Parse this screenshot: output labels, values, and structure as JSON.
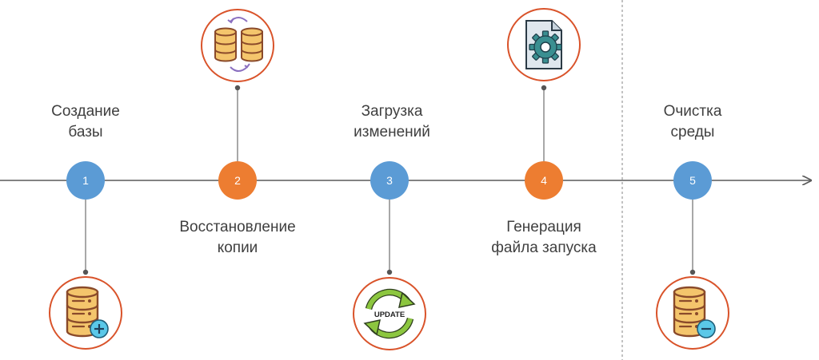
{
  "colors": {
    "axis": "#5a5a5a",
    "connector": "#7a7a7a",
    "step_blue": "#5b9bd5",
    "step_orange": "#ed7d31",
    "icon_ring": "#d9532a",
    "db_fill": "#f4c56c",
    "db_stroke": "#8a4a2a",
    "plus_minus_badge": "#5bc8e8",
    "sync_arrows": "#8a6fc0",
    "update_arrows": "#8cc63f",
    "gear": "#3a8f91",
    "doc_fill": "#dfe7ee",
    "divider": "#999999"
  },
  "stages": [
    {
      "number": "1",
      "label_lines": [
        "Создание",
        "базы"
      ],
      "color": "blue",
      "icon": "database-plus-icon"
    },
    {
      "number": "2",
      "label_lines": [
        "Восстановление",
        "копии"
      ],
      "color": "orange",
      "icon": "database-sync-icon"
    },
    {
      "number": "3",
      "label_lines": [
        "Загрузка",
        "изменений"
      ],
      "color": "blue",
      "icon": "update-icon",
      "icon_text": "UPDATE"
    },
    {
      "number": "4",
      "label_lines": [
        "Генерация",
        "файла запуска"
      ],
      "color": "orange",
      "icon": "document-gear-icon"
    },
    {
      "number": "5",
      "label_lines": [
        "Очистка",
        "среды"
      ],
      "color": "blue",
      "icon": "database-minus-icon"
    }
  ]
}
